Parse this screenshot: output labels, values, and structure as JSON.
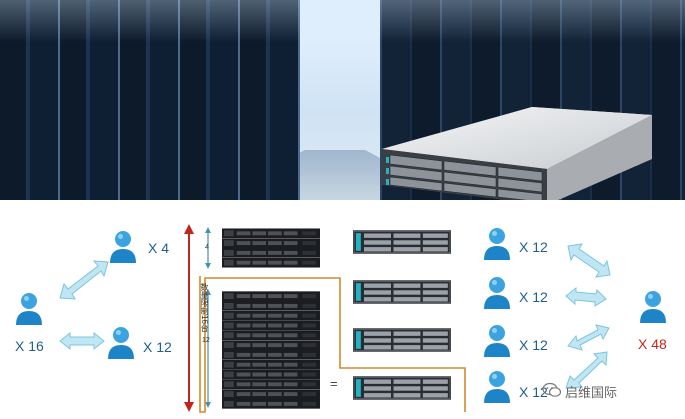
{
  "diagram": {
    "left_group": {
      "top_multiplier": "X 4",
      "left_multiplier": "X 16",
      "right_multiplier": "X 12"
    },
    "capacity_label": "数量限制16台",
    "upper_rack_count": "4",
    "lower_rack_count": "12",
    "equals_sign": "=",
    "right_group": {
      "multipliers": [
        "X 12",
        "X 12",
        "X 12",
        "X 12"
      ],
      "total_multiplier": "X 48"
    },
    "colors": {
      "total_multiplier": "#c0261d",
      "multiplier": "#1f5f8f",
      "capacity_arrow": "#c0261d",
      "bracket": "#d48a2a"
    }
  },
  "watermark": {
    "text": "启维国际",
    "icon": "wechat-icon"
  }
}
